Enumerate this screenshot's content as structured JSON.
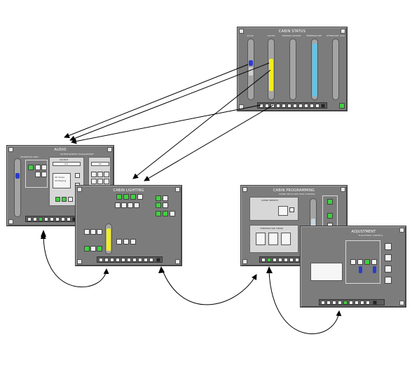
{
  "panels": {
    "cabin_status": {
      "title": "CABIN STATUS",
      "columns": [
        "AUDIO",
        "LIGHTS",
        "WINDOW SHADES",
        "TEMPERATURE",
        "ATTENDANT CALL"
      ]
    },
    "audio": {
      "title": "AUDIO",
      "subtitle": "ENTERTAINMENT MANAGEMENT",
      "section_left": "ENTERTAIN AREA",
      "field_source": "SOURCE",
      "field_value_1": "3.5",
      "field_value_2": "07",
      "list_items": [
        "CD Tunes",
        "CD Playing"
      ]
    },
    "cabin_lighting": {
      "title": "CABIN LIGHTING"
    },
    "cabin_programming": {
      "title": "CABIN PROGRAMMING",
      "subtitle": "SCENE SETUP AND SEAT CONTROL",
      "section_1": "SCENE PRESETS",
      "section_2": "TEMPERATURE TREND"
    },
    "adjustment": {
      "title": "ADJUSTMENT",
      "subtitle": "FLIGHT/SEAT CONTROL"
    }
  },
  "colors": {
    "panel": "#7c7c7c",
    "green": "#3fd13f",
    "yellow": "#f2ee1a",
    "cyan": "#56c8f0",
    "blue": "#2b3cc9"
  }
}
